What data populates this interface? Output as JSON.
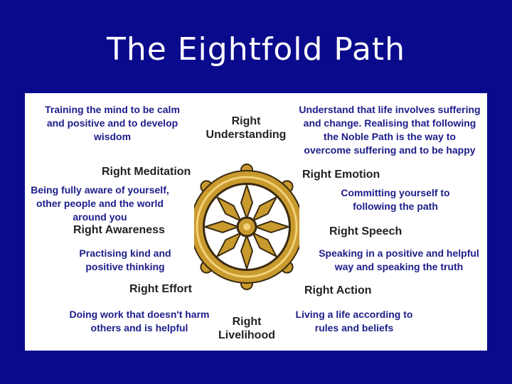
{
  "title": "The Eightfold Path",
  "colors": {
    "background": "#0a0a8c",
    "description_text": "#1c1c8a",
    "label_text": "#222222",
    "wheel_rim": "#c99a2e",
    "wheel_dark": "#3a2a10"
  },
  "icons": {
    "center": "dharma-wheel-icon"
  },
  "diagram": {
    "elements": [
      {
        "key": "understanding",
        "label": [
          "Right",
          "Understanding"
        ],
        "description": [
          "Understand that life involves suffering",
          "and change. Realising that following",
          "the Noble Path is the way to",
          "overcome suffering and to be happy"
        ]
      },
      {
        "key": "emotion",
        "label": [
          "Right Emotion"
        ],
        "description": [
          "Committing yourself to",
          "following the path"
        ]
      },
      {
        "key": "speech",
        "label": [
          "Right Speech"
        ],
        "description": [
          "Speaking in a positive and helpful",
          "way and speaking the truth"
        ]
      },
      {
        "key": "action",
        "label": [
          "Right Action"
        ],
        "description": [
          "Living a life according to",
          "rules and beliefs"
        ]
      },
      {
        "key": "livelihood",
        "label": [
          "Right",
          "Livelihood"
        ],
        "description": [
          "Doing work that doesn't harm",
          "others and is helpful"
        ]
      },
      {
        "key": "effort",
        "label": [
          "Right Effort"
        ],
        "description": [
          "Practising kind and",
          "positive thinking"
        ]
      },
      {
        "key": "awareness",
        "label": [
          "Right Awareness"
        ],
        "description": [
          "Being fully aware of yourself,",
          "other people and the world",
          "around you"
        ]
      },
      {
        "key": "meditation",
        "label": [
          "Right Meditation"
        ],
        "description": [
          "Training the mind to be calm",
          "and positive and to develop",
          "wisdom"
        ]
      }
    ]
  }
}
